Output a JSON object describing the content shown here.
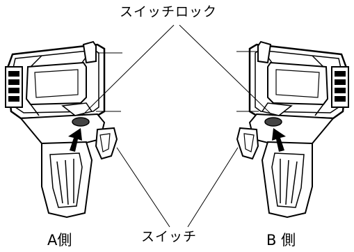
{
  "labels": {
    "switch_lock": "スイッチロック",
    "switch": "スイッチ",
    "side_a": "A側",
    "side_b": "B 側"
  }
}
